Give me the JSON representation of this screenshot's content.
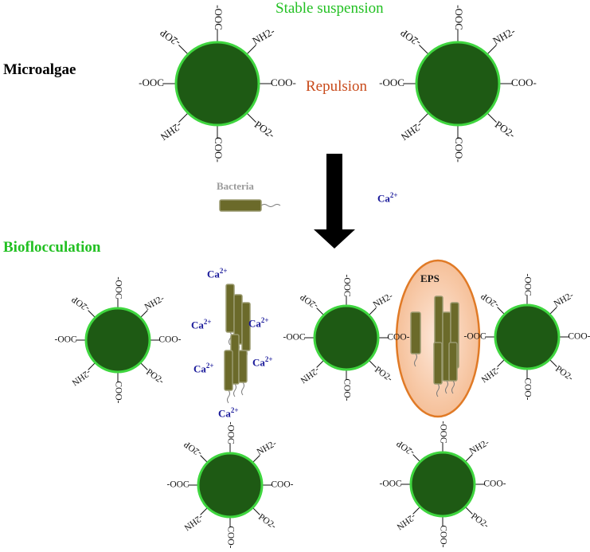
{
  "labels": {
    "stable_suspension": "Stable suspension",
    "microalgae": "Microalgae",
    "repulsion": "Repulsion",
    "bacteria": "Bacteria",
    "ca": "Ca",
    "ca_sup": "2+",
    "bioflocculation": "Bioflocculation",
    "eps": "EPS"
  },
  "groups": {
    "top": "-OOC",
    "top_right": "NH2-",
    "right": "COO-",
    "bottom_right": "PO2-",
    "bottom": "COO-",
    "bottom_left": "-2HN",
    "left": "-OOC",
    "top_left": "-2OP"
  },
  "colors": {
    "cell_fill": "#1e5a14",
    "cell_stroke": "#3fd63f",
    "bacteria_fill": "#6b6a2a",
    "eps_fill": "#f6c4a2",
    "eps_stroke": "#e07a26",
    "stable_text": "#22c022",
    "repulsion_text": "#c84a1a",
    "ca_text": "#1a1a9a"
  }
}
